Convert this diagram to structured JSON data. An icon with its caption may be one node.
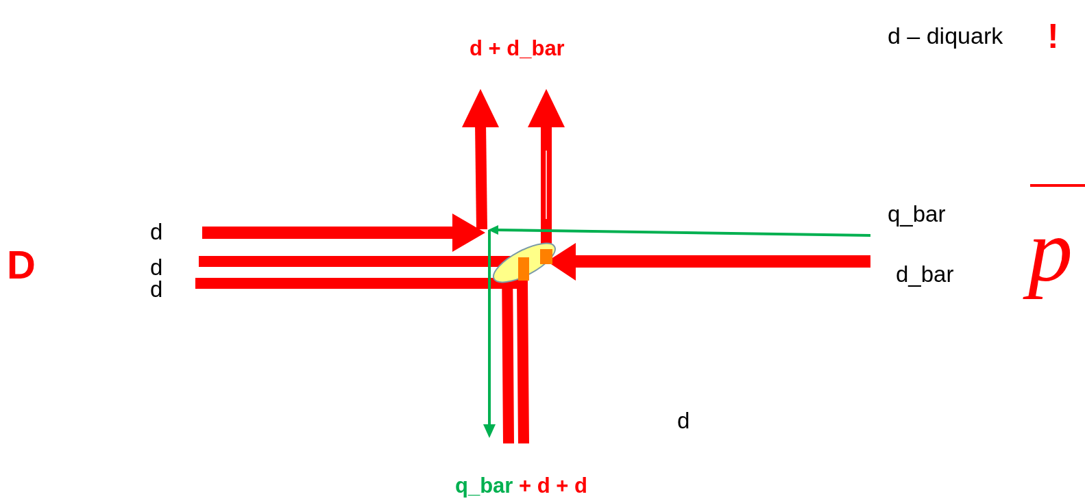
{
  "diagram": {
    "labels": [
      "d – diquark",
      "!",
      "d + d_bar",
      "q_bar",
      "d",
      "D",
      "d",
      "d_bar",
      "p",
      "d",
      "d",
      "q_bar + d + d"
    ]
  }
}
